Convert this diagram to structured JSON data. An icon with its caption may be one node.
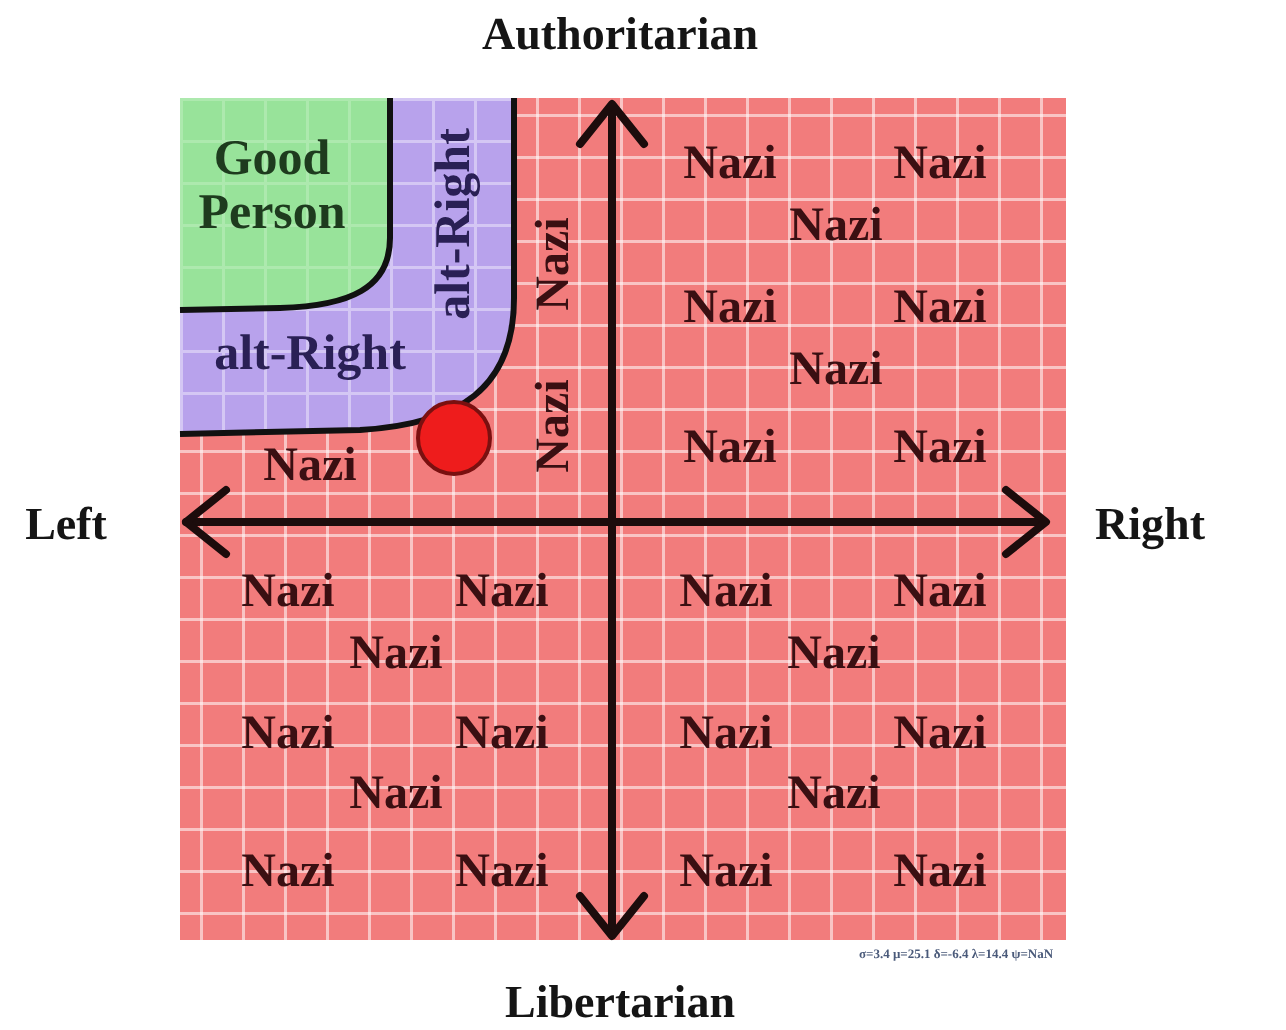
{
  "diagram": {
    "nodes": [
      {
        "text": [
          "Nazi",
          "Nazi",
          "Nazi",
          "Nazi",
          "Nazi",
          "Nazi",
          "Nazi",
          "Nazi",
          "Nazi",
          "Nazi",
          "Nazi",
          "Nazi",
          "Nazi",
          "Nazi",
          "Nazi",
          "Nazi",
          "Nazi",
          "Nazi",
          "Nazi",
          "Nazi",
          "Nazi",
          "Nazi",
          "Nazi",
          "Nazi",
          "Nazi",
          "Nazi",
          "Nazi"
        ]
      },
      {
        "text": [
          "alt-Right",
          "alt-Right"
        ],
        "in": 0
      },
      {
        "text": [
          "Good Person"
        ],
        "in": 1
      }
    ],
    "labels": [
      "Authoritarian",
      "Left",
      "Right",
      "σ=3.4 μ=25.1 δ=-6.4 λ=14.4 ψ=NaN",
      "Libertarian"
    ]
  }
}
